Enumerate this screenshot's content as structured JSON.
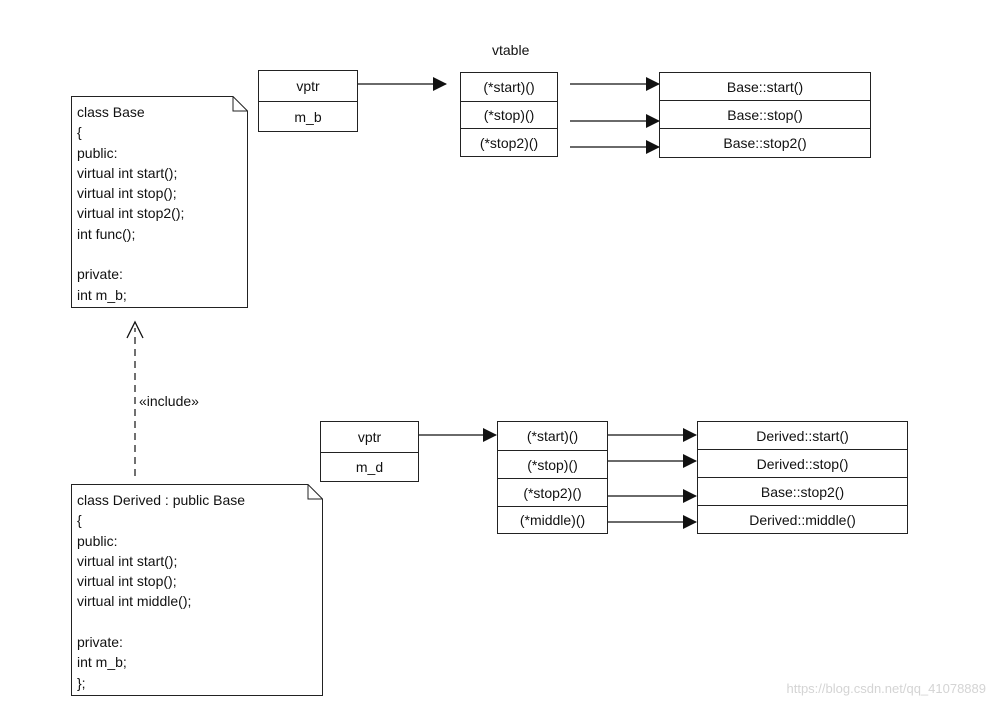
{
  "base_note": {
    "lines": [
      "class Base",
      "{",
      "public:",
      "virtual int start();",
      "virtual int stop();",
      "virtual int stop2();",
      "int func();",
      "",
      "private:",
      "int m_b;"
    ]
  },
  "derived_note": {
    "lines": [
      "class Derived : public Base",
      "{",
      "public:",
      "virtual int start();",
      "virtual int stop();",
      "virtual int middle();",
      "",
      "private:",
      "int m_b;",
      "};"
    ]
  },
  "dependency_label": "«include»",
  "vtable_title": "vtable",
  "base_object": {
    "fields": [
      "vptr",
      "m_b"
    ]
  },
  "base_vtable": {
    "slots": [
      "(*start)()",
      "(*stop)()",
      "(*stop2)()"
    ]
  },
  "base_functions": {
    "items": [
      "Base::start()",
      "Base::stop()",
      "Base::stop2()"
    ]
  },
  "derived_object": {
    "fields": [
      "vptr",
      "m_d"
    ]
  },
  "derived_vtable": {
    "slots": [
      "(*start)()",
      "(*stop)()",
      "(*stop2)()",
      "(*middle)()"
    ]
  },
  "derived_functions": {
    "items": [
      "Derived::start()",
      "Derived::stop()",
      "Base::stop2()",
      "Derived::middle()"
    ]
  },
  "watermark": "https://blog.csdn.net/qq_41078889"
}
